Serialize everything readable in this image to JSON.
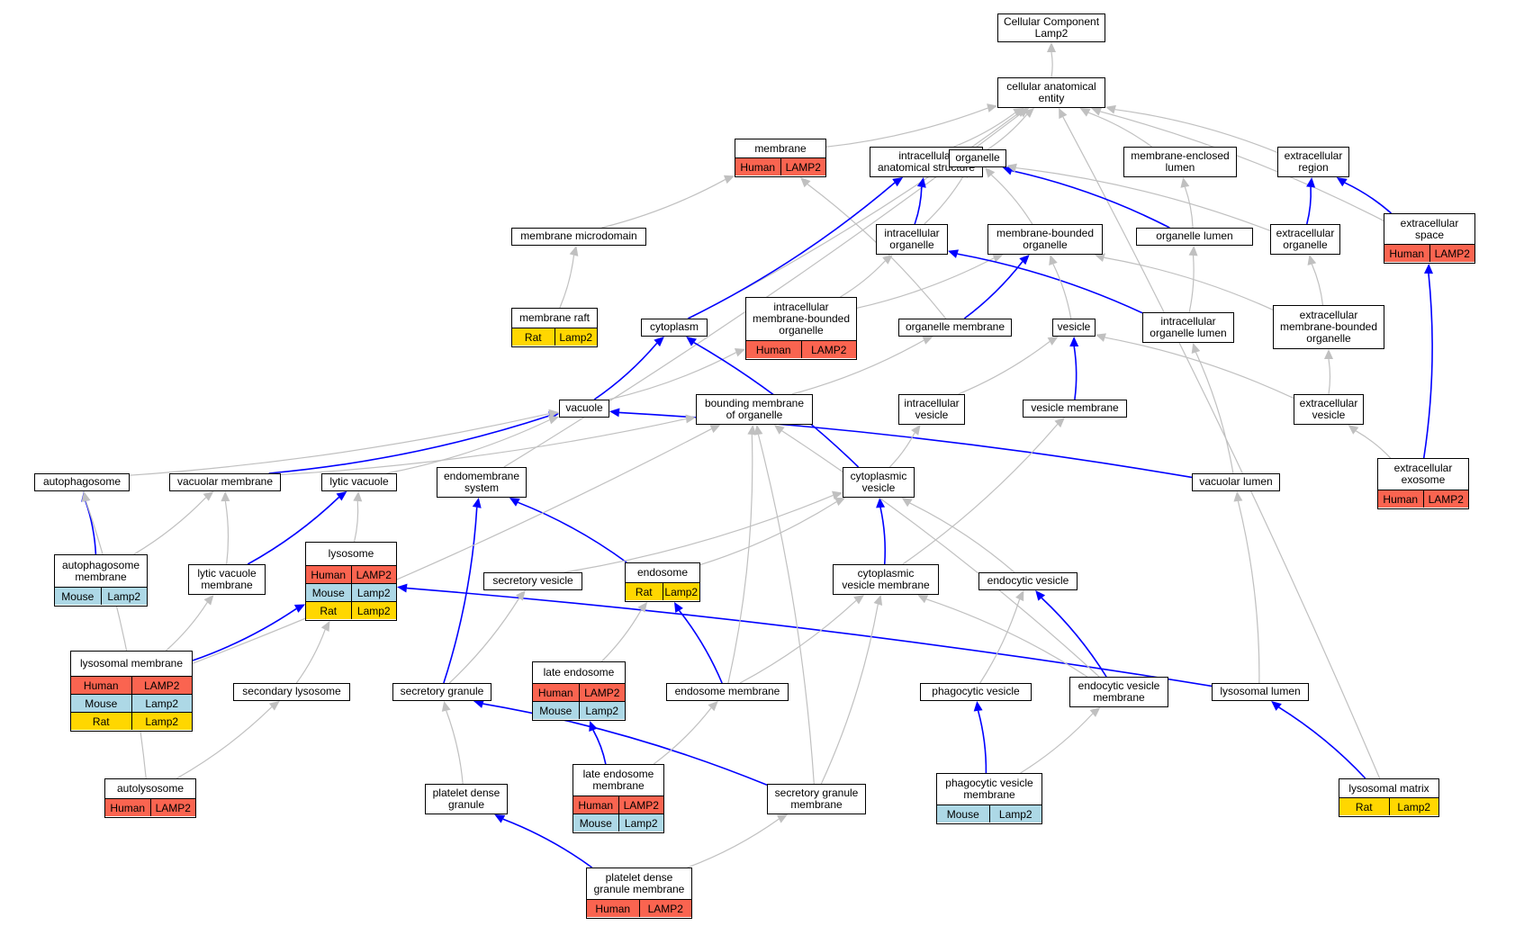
{
  "colors": {
    "Human": "#fa6450",
    "Mouse": "#add8e6",
    "Rat": "#ffd700",
    "edge_default": "#c0c0c0",
    "edge_highlight": "#0000ff"
  },
  "nodes": [
    {
      "id": "root",
      "label": "Cellular Component\nLamp2"
    },
    {
      "id": "cae",
      "label": "cellular anatomical\nentity"
    },
    {
      "id": "membrane",
      "label": "membrane",
      "annotations": [
        {
          "species": "Human",
          "gene": "LAMP2"
        }
      ]
    },
    {
      "id": "ias",
      "label": "intracellular\nanatomical structure"
    },
    {
      "id": "organelle",
      "label": "organelle"
    },
    {
      "id": "mel",
      "label": "membrane-enclosed\nlumen"
    },
    {
      "id": "ecr",
      "label": "extracellular\nregion"
    },
    {
      "id": "ecs",
      "label": "extracellular\nspace",
      "annotations": [
        {
          "species": "Human",
          "gene": "LAMP2"
        }
      ]
    },
    {
      "id": "mmd",
      "label": "membrane microdomain"
    },
    {
      "id": "io",
      "label": "intracellular\norganelle"
    },
    {
      "id": "mbo",
      "label": "membrane-bounded\norganelle"
    },
    {
      "id": "ol",
      "label": "organelle lumen"
    },
    {
      "id": "eco",
      "label": "extracellular\norganelle"
    },
    {
      "id": "raft",
      "label": "membrane raft",
      "annotations": [
        {
          "species": "Rat",
          "gene": "Lamp2"
        }
      ]
    },
    {
      "id": "cytoplasm",
      "label": "cytoplasm"
    },
    {
      "id": "imbo",
      "label": "intracellular\nmembrane-bounded\norganelle",
      "annotations": [
        {
          "species": "Human",
          "gene": "LAMP2"
        }
      ]
    },
    {
      "id": "om",
      "label": "organelle membrane"
    },
    {
      "id": "vesicle",
      "label": "vesicle"
    },
    {
      "id": "iol",
      "label": "intracellular\norganelle lumen"
    },
    {
      "id": "ecmbo",
      "label": "extracellular\nmembrane-bounded\norganelle"
    },
    {
      "id": "vacuole",
      "label": "vacuole"
    },
    {
      "id": "bmo",
      "label": "bounding membrane\nof organelle"
    },
    {
      "id": "iv",
      "label": "intracellular\nvesicle"
    },
    {
      "id": "vm",
      "label": "vesicle membrane"
    },
    {
      "id": "ecv",
      "label": "extracellular\nvesicle"
    },
    {
      "id": "autophagosome",
      "label": "autophagosome"
    },
    {
      "id": "vacm",
      "label": "vacuolar membrane"
    },
    {
      "id": "lv",
      "label": "lytic vacuole"
    },
    {
      "id": "ems",
      "label": "endomembrane\nsystem"
    },
    {
      "id": "cv",
      "label": "cytoplasmic\nvesicle"
    },
    {
      "id": "vl",
      "label": "vacuolar lumen"
    },
    {
      "id": "exo",
      "label": "extracellular\nexosome",
      "annotations": [
        {
          "species": "Human",
          "gene": "LAMP2"
        }
      ]
    },
    {
      "id": "lysosome",
      "label": "lysosome",
      "annotations": [
        {
          "species": "Human",
          "gene": "LAMP2"
        },
        {
          "species": "Mouse",
          "gene": "Lamp2"
        },
        {
          "species": "Rat",
          "gene": "Lamp2"
        }
      ]
    },
    {
      "id": "apm",
      "label": "autophagosome\nmembrane",
      "annotations": [
        {
          "species": "Mouse",
          "gene": "Lamp2"
        }
      ]
    },
    {
      "id": "lvm",
      "label": "lytic vacuole\nmembrane"
    },
    {
      "id": "sv",
      "label": "secretory vesicle"
    },
    {
      "id": "endosome",
      "label": "endosome",
      "annotations": [
        {
          "species": "Rat",
          "gene": "Lamp2"
        }
      ]
    },
    {
      "id": "cvm",
      "label": "cytoplasmic\nvesicle membrane"
    },
    {
      "id": "endv",
      "label": "endocytic vesicle"
    },
    {
      "id": "lm",
      "label": "lysosomal membrane",
      "annotations": [
        {
          "species": "Human",
          "gene": "LAMP2"
        },
        {
          "species": "Mouse",
          "gene": "Lamp2"
        },
        {
          "species": "Rat",
          "gene": "Lamp2"
        }
      ]
    },
    {
      "id": "sl",
      "label": "secondary lysosome"
    },
    {
      "id": "sg",
      "label": "secretory granule"
    },
    {
      "id": "le",
      "label": "late endosome",
      "annotations": [
        {
          "species": "Human",
          "gene": "LAMP2"
        },
        {
          "species": "Mouse",
          "gene": "Lamp2"
        }
      ]
    },
    {
      "id": "em",
      "label": "endosome membrane"
    },
    {
      "id": "pv",
      "label": "phagocytic vesicle"
    },
    {
      "id": "evm",
      "label": "endocytic vesicle\nmembrane"
    },
    {
      "id": "ll",
      "label": "lysosomal lumen"
    },
    {
      "id": "al",
      "label": "autolysosome",
      "annotations": [
        {
          "species": "Human",
          "gene": "LAMP2"
        }
      ]
    },
    {
      "id": "pdg",
      "label": "platelet dense\ngranule"
    },
    {
      "id": "lem",
      "label": "late endosome\nmembrane",
      "annotations": [
        {
          "species": "Human",
          "gene": "LAMP2"
        },
        {
          "species": "Mouse",
          "gene": "Lamp2"
        }
      ]
    },
    {
      "id": "sgm",
      "label": "secretory granule\nmembrane"
    },
    {
      "id": "pvm",
      "label": "phagocytic vesicle\nmembrane",
      "annotations": [
        {
          "species": "Mouse",
          "gene": "Lamp2"
        }
      ]
    },
    {
      "id": "lmx",
      "label": "lysosomal matrix",
      "annotations": [
        {
          "species": "Rat",
          "gene": "Lamp2"
        }
      ]
    },
    {
      "id": "pdgm",
      "label": "platelet dense\ngranule membrane",
      "annotations": [
        {
          "species": "Human",
          "gene": "LAMP2"
        }
      ]
    }
  ],
  "edges": [
    {
      "from": "cae",
      "to": "root",
      "kind": "is_a"
    },
    {
      "from": "membrane",
      "to": "cae",
      "kind": "is_a"
    },
    {
      "from": "ias",
      "to": "cae",
      "kind": "is_a"
    },
    {
      "from": "organelle",
      "to": "cae",
      "kind": "is_a"
    },
    {
      "from": "mel",
      "to": "cae",
      "kind": "is_a"
    },
    {
      "from": "ecr",
      "to": "cae",
      "kind": "is_a"
    },
    {
      "from": "ecs",
      "to": "cae",
      "kind": "is_a"
    },
    {
      "from": "cytoplasm",
      "to": "cae",
      "kind": "is_a"
    },
    {
      "from": "ems",
      "to": "cae",
      "kind": "is_a"
    },
    {
      "from": "lmx",
      "to": "cae",
      "kind": "is_a"
    },
    {
      "from": "mmd",
      "to": "membrane",
      "kind": "is_a"
    },
    {
      "from": "raft",
      "to": "mmd",
      "kind": "is_a"
    },
    {
      "from": "om",
      "to": "membrane",
      "kind": "is_a"
    },
    {
      "from": "cytoplasm",
      "to": "ias",
      "kind": "part_of"
    },
    {
      "from": "io",
      "to": "ias",
      "kind": "part_of"
    },
    {
      "from": "io",
      "to": "organelle",
      "kind": "is_a"
    },
    {
      "from": "mbo",
      "to": "organelle",
      "kind": "is_a"
    },
    {
      "from": "ol",
      "to": "organelle",
      "kind": "part_of"
    },
    {
      "from": "eco",
      "to": "organelle",
      "kind": "is_a"
    },
    {
      "from": "ol",
      "to": "mel",
      "kind": "is_a"
    },
    {
      "from": "eco",
      "to": "ecr",
      "kind": "part_of"
    },
    {
      "from": "ecs",
      "to": "ecr",
      "kind": "part_of"
    },
    {
      "from": "exo",
      "to": "ecs",
      "kind": "part_of"
    },
    {
      "from": "imbo",
      "to": "io",
      "kind": "is_a"
    },
    {
      "from": "imbo",
      "to": "mbo",
      "kind": "is_a"
    },
    {
      "from": "iol",
      "to": "io",
      "kind": "part_of"
    },
    {
      "from": "iol",
      "to": "ol",
      "kind": "is_a"
    },
    {
      "from": "om",
      "to": "mbo",
      "kind": "part_of"
    },
    {
      "from": "vesicle",
      "to": "mbo",
      "kind": "is_a"
    },
    {
      "from": "ecmbo",
      "to": "mbo",
      "kind": "is_a"
    },
    {
      "from": "ecmbo",
      "to": "eco",
      "kind": "is_a"
    },
    {
      "from": "vacuole",
      "to": "cytoplasm",
      "kind": "part_of"
    },
    {
      "from": "vacuole",
      "to": "imbo",
      "kind": "is_a"
    },
    {
      "from": "cv",
      "to": "cytoplasm",
      "kind": "part_of"
    },
    {
      "from": "bmo",
      "to": "om",
      "kind": "is_a"
    },
    {
      "from": "vm",
      "to": "vesicle",
      "kind": "part_of"
    },
    {
      "from": "iv",
      "to": "vesicle",
      "kind": "is_a"
    },
    {
      "from": "ecv",
      "to": "vesicle",
      "kind": "is_a"
    },
    {
      "from": "ecv",
      "to": "ecmbo",
      "kind": "is_a"
    },
    {
      "from": "vl",
      "to": "iol",
      "kind": "is_a"
    },
    {
      "from": "vacm",
      "to": "vacuole",
      "kind": "part_of"
    },
    {
      "from": "vl",
      "to": "vacuole",
      "kind": "part_of"
    },
    {
      "from": "autophagosome",
      "to": "vacuole",
      "kind": "is_a"
    },
    {
      "from": "lv",
      "to": "vacuole",
      "kind": "is_a"
    },
    {
      "from": "vacm",
      "to": "bmo",
      "kind": "is_a"
    },
    {
      "from": "cv",
      "to": "iv",
      "kind": "is_a"
    },
    {
      "from": "exo",
      "to": "ecv",
      "kind": "is_a"
    },
    {
      "from": "apm",
      "to": "autophagosome",
      "kind": "part_of"
    },
    {
      "from": "apm",
      "to": "vacm",
      "kind": "is_a"
    },
    {
      "from": "lvm",
      "to": "vacm",
      "kind": "is_a"
    },
    {
      "from": "lvm",
      "to": "lv",
      "kind": "part_of"
    },
    {
      "from": "lysosome",
      "to": "lv",
      "kind": "is_a"
    },
    {
      "from": "endosome",
      "to": "ems",
      "kind": "part_of"
    },
    {
      "from": "sg",
      "to": "ems",
      "kind": "part_of"
    },
    {
      "from": "endosome",
      "to": "cv",
      "kind": "is_a"
    },
    {
      "from": "sv",
      "to": "cv",
      "kind": "is_a"
    },
    {
      "from": "cvm",
      "to": "cv",
      "kind": "part_of"
    },
    {
      "from": "endv",
      "to": "cv",
      "kind": "is_a"
    },
    {
      "from": "cvm",
      "to": "vm",
      "kind": "is_a"
    },
    {
      "from": "ll",
      "to": "vl",
      "kind": "is_a"
    },
    {
      "from": "lm",
      "to": "lvm",
      "kind": "is_a"
    },
    {
      "from": "lm",
      "to": "lysosome",
      "kind": "part_of"
    },
    {
      "from": "sl",
      "to": "lysosome",
      "kind": "is_a"
    },
    {
      "from": "ll",
      "to": "lysosome",
      "kind": "part_of"
    },
    {
      "from": "sg",
      "to": "sv",
      "kind": "is_a"
    },
    {
      "from": "em",
      "to": "endosome",
      "kind": "part_of"
    },
    {
      "from": "le",
      "to": "endosome",
      "kind": "is_a"
    },
    {
      "from": "em",
      "to": "cvm",
      "kind": "is_a"
    },
    {
      "from": "sgm",
      "to": "cvm",
      "kind": "is_a"
    },
    {
      "from": "evm",
      "to": "cvm",
      "kind": "is_a"
    },
    {
      "from": "evm",
      "to": "endv",
      "kind": "part_of"
    },
    {
      "from": "pv",
      "to": "endv",
      "kind": "is_a"
    },
    {
      "from": "em",
      "to": "bmo",
      "kind": "is_a"
    },
    {
      "from": "sgm",
      "to": "bmo",
      "kind": "is_a"
    },
    {
      "from": "evm",
      "to": "bmo",
      "kind": "is_a"
    },
    {
      "from": "lm",
      "to": "bmo",
      "kind": "is_a"
    },
    {
      "from": "al",
      "to": "autophagosome",
      "kind": "is_a"
    },
    {
      "from": "al",
      "to": "sl",
      "kind": "is_a"
    },
    {
      "from": "pdg",
      "to": "sg",
      "kind": "is_a"
    },
    {
      "from": "sgm",
      "to": "sg",
      "kind": "part_of"
    },
    {
      "from": "lem",
      "to": "le",
      "kind": "part_of"
    },
    {
      "from": "lem",
      "to": "em",
      "kind": "is_a"
    },
    {
      "from": "pvm",
      "to": "pv",
      "kind": "part_of"
    },
    {
      "from": "pvm",
      "to": "evm",
      "kind": "is_a"
    },
    {
      "from": "lmx",
      "to": "ll",
      "kind": "part_of"
    },
    {
      "from": "pdgm",
      "to": "pdg",
      "kind": "part_of"
    },
    {
      "from": "pdgm",
      "to": "sgm",
      "kind": "is_a"
    }
  ]
}
